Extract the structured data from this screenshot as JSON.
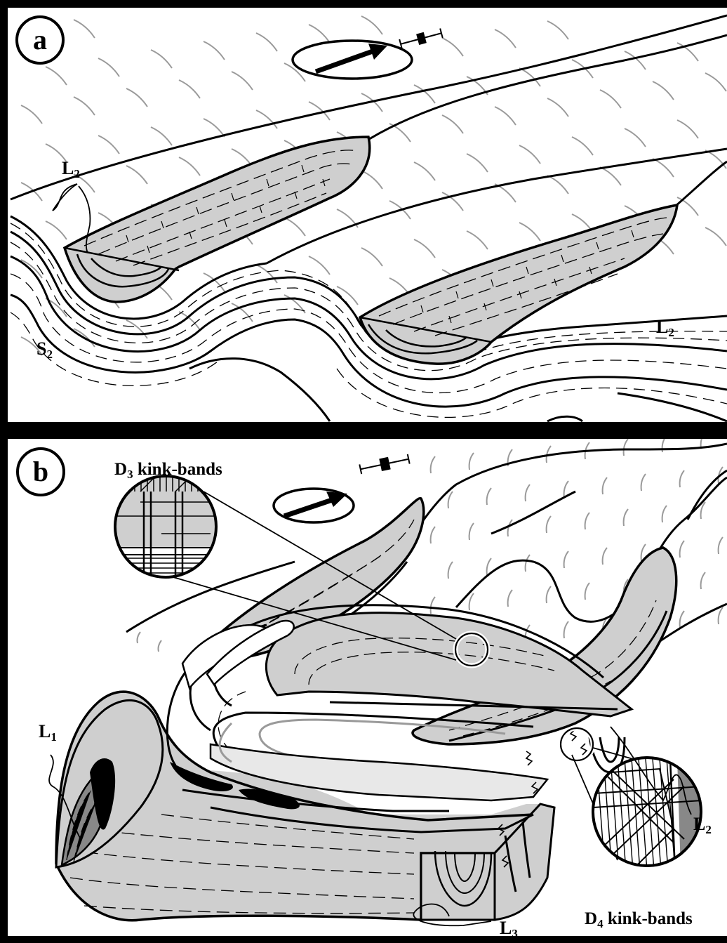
{
  "panel_a": {
    "letter": "a",
    "labels": {
      "l2_top": {
        "main": "L",
        "sub": "2"
      },
      "l2_right": {
        "main": "L",
        "sub": "2"
      },
      "s2": {
        "main": "S",
        "sub": "2"
      }
    }
  },
  "panel_b": {
    "letter": "b",
    "labels": {
      "d3": {
        "pre": "D",
        "sub": "3",
        "post": " kink-bands"
      },
      "d4": {
        "pre": "D",
        "sub": "4",
        "post": " kink-bands"
      },
      "l1": {
        "main": "L",
        "sub": "1"
      },
      "l2": {
        "main": "L",
        "sub": "2"
      },
      "l3": {
        "main": "L",
        "sub": "3"
      }
    }
  },
  "colors": {
    "frame": "#000000",
    "background": "#ffffff",
    "shaded_unit": "#cfcfcf",
    "light_unit": "#e8e8e8",
    "dark_unit": "#888888",
    "foliation_grey": "#9a9a9a",
    "lens_black": "#000000"
  },
  "icons": [
    "north-arrow-icon",
    "compass-ellipse-icon",
    "magnifier-circle-icon"
  ]
}
